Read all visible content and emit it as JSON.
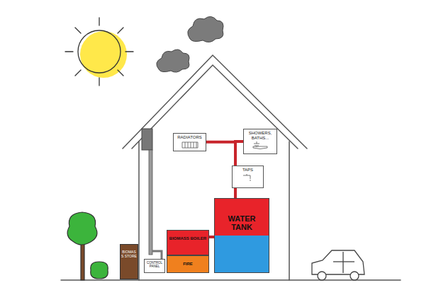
{
  "diagram": {
    "nodes": [
      {
        "text": [
          "RADIATORS"
        ]
      },
      {
        "text": [
          "SHOWERS, BATHS..."
        ]
      },
      {
        "text": [
          "TAPS"
        ]
      },
      {
        "text": [
          "WATER TANK"
        ]
      },
      {
        "text": [
          "BIOMASS BOILER"
        ]
      },
      {
        "text": [
          "BIOMASS STORE"
        ]
      },
      {
        "text": [
          "CONTROL PANEL"
        ]
      },
      {
        "text": [
          "FIRE"
        ]
      }
    ],
    "edges": [
      {
        "from": 3,
        "to": 0,
        "arrow": "none"
      },
      {
        "from": 3,
        "to": 1,
        "arrow": "none"
      },
      {
        "from": 3,
        "to": 2,
        "arrow": "none"
      },
      {
        "from": 4,
        "to": 3,
        "arrow": "none"
      }
    ]
  }
}
